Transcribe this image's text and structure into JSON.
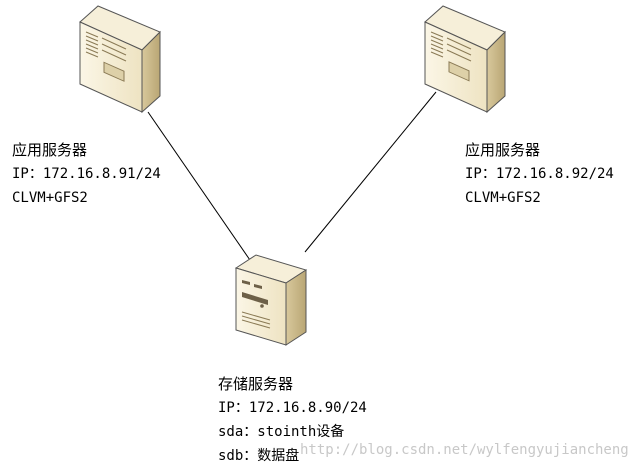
{
  "nodes": {
    "app_left": {
      "title": "应用服务器",
      "ip": "IP：172.16.8.91/24",
      "stack": "CLVM+GFS2"
    },
    "app_right": {
      "title": "应用服务器",
      "ip": "IP：172.16.8.92/24",
      "stack": "CLVM+GFS2"
    },
    "storage": {
      "title": "存储服务器",
      "ip": "IP：172.16.8.90/24",
      "sda": "sda：stointh设备",
      "sdb": "sdb：数据盘"
    }
  },
  "watermark": "http://blog.csdn.net/wylfengyujiancheng",
  "colors": {
    "server_body": "#f4ecd3",
    "server_side": "#c9b98a",
    "line": "#000000"
  }
}
